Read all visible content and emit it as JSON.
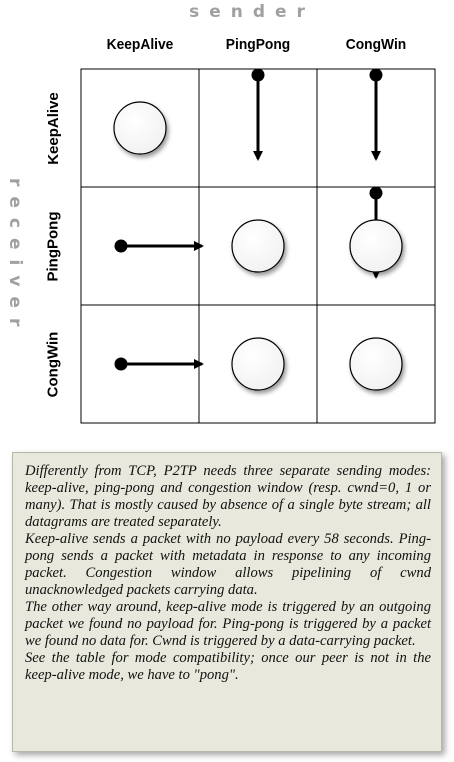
{
  "axes": {
    "top_label": "sender",
    "left_label": "receiver"
  },
  "columns": [
    "KeepAlive",
    "PingPong",
    "CongWin"
  ],
  "rows": [
    "KeepAlive",
    "PingPong",
    "CongWin"
  ],
  "cells": [
    [
      "circle",
      "arrow-down",
      "arrow-down"
    ],
    [
      "arrow-right",
      "circle",
      "arrow-down"
    ],
    [
      "arrow-right",
      "circle",
      "circle"
    ]
  ],
  "note": {
    "paragraphs": [
      "Differently from TCP, P2TP needs three separate sending modes: keep-alive, ping-pong and congestion window (resp. cwnd=0, 1 or many). That is mostly caused by absence of a single byte stream; all datagrams are treated separately.",
      "Keep-alive sends a packet with no payload every 58 seconds. Ping-pong sends a packet with metadata in response to any incoming packet. Congestion window allows pipelining of cwnd unacknowledged packets carrying data.",
      "The other way around, keep-alive mode is triggered by an outgoing packet we found no payload for. Ping-pong is triggered by a packet we found no data for. Cwnd is triggered by a data-carrying packet.",
      "See the table for mode compatibility; once our peer is not in the keep-alive mode, we have to \"pong\"."
    ]
  }
}
